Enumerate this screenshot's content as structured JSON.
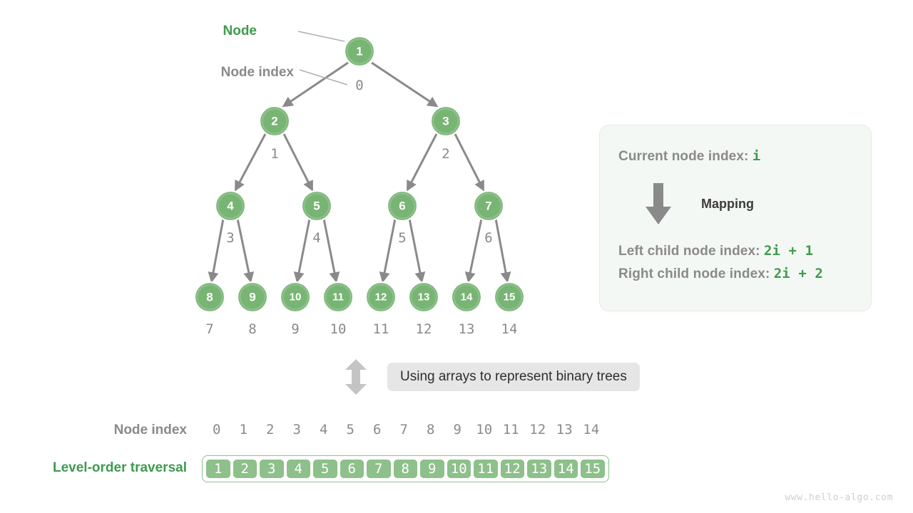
{
  "callouts": {
    "node_label": "Node",
    "node_index_label": "Node index",
    "root_index_text": "0"
  },
  "tree": {
    "levels": [
      {
        "values": [
          "1"
        ],
        "indices": [
          "0"
        ]
      },
      {
        "values": [
          "2",
          "3"
        ],
        "indices": [
          "1",
          "2"
        ]
      },
      {
        "values": [
          "4",
          "5",
          "6",
          "7"
        ],
        "indices": [
          "3",
          "4",
          "5",
          "6"
        ]
      },
      {
        "values": [
          "8",
          "9",
          "10",
          "11",
          "12",
          "13",
          "14",
          "15"
        ],
        "indices": [
          "7",
          "8",
          "9",
          "10",
          "11",
          "12",
          "13",
          "14"
        ]
      }
    ]
  },
  "legend": {
    "current_line_label": "Current node index",
    "current_line_sep": ": ",
    "current_line_value": "i",
    "mapping_label": "Mapping",
    "mapping_arrow_icon": "arrow-down-icon",
    "left_child_label": "Left child node index",
    "left_child_sep": ": ",
    "left_child_value": "2i + 1",
    "right_child_label": "Right child node index",
    "right_child_sep": ": ",
    "right_child_value": "2i + 2"
  },
  "middle": {
    "arrow_icon": "arrow-up-down-icon",
    "caption": "Using arrays to represent binary trees"
  },
  "array": {
    "index_row_label": "Node index",
    "value_row_label": "Level-order traversal",
    "indices": [
      "0",
      "1",
      "2",
      "3",
      "4",
      "5",
      "6",
      "7",
      "8",
      "9",
      "10",
      "11",
      "12",
      "13",
      "14"
    ],
    "values": [
      "1",
      "2",
      "3",
      "4",
      "5",
      "6",
      "7",
      "8",
      "9",
      "10",
      "11",
      "12",
      "13",
      "14",
      "15"
    ]
  },
  "watermark": "www.hello-algo.com",
  "colors": {
    "node_fill": "#78b474",
    "node_ring": "#8dc08a",
    "accent_green": "#3f9a4e",
    "gray_text": "#8a8a8a",
    "edge_gray": "#8a8a8a",
    "legend_bg": "#f4f8f4",
    "pill_bg": "#e6e6e6"
  },
  "chart_data": {
    "type": "diagram",
    "title": "Using arrays to represent binary trees",
    "nodes": [
      {
        "value": 1,
        "index": 0,
        "level": 0
      },
      {
        "value": 2,
        "index": 1,
        "level": 1
      },
      {
        "value": 3,
        "index": 2,
        "level": 1
      },
      {
        "value": 4,
        "index": 3,
        "level": 2
      },
      {
        "value": 5,
        "index": 4,
        "level": 2
      },
      {
        "value": 6,
        "index": 5,
        "level": 2
      },
      {
        "value": 7,
        "index": 6,
        "level": 2
      },
      {
        "value": 8,
        "index": 7,
        "level": 3
      },
      {
        "value": 9,
        "index": 8,
        "level": 3
      },
      {
        "value": 10,
        "index": 9,
        "level": 3
      },
      {
        "value": 11,
        "index": 10,
        "level": 3
      },
      {
        "value": 12,
        "index": 11,
        "level": 3
      },
      {
        "value": 13,
        "index": 12,
        "level": 3
      },
      {
        "value": 14,
        "index": 13,
        "level": 3
      },
      {
        "value": 15,
        "index": 14,
        "level": 3
      }
    ],
    "edges": [
      [
        0,
        1
      ],
      [
        0,
        2
      ],
      [
        1,
        3
      ],
      [
        1,
        4
      ],
      [
        2,
        5
      ],
      [
        2,
        6
      ],
      [
        3,
        7
      ],
      [
        3,
        8
      ],
      [
        4,
        9
      ],
      [
        4,
        10
      ],
      [
        5,
        11
      ],
      [
        5,
        12
      ],
      [
        6,
        13
      ],
      [
        6,
        14
      ]
    ],
    "mapping_rules": {
      "current": "i",
      "left_child": "2i + 1",
      "right_child": "2i + 2"
    }
  }
}
